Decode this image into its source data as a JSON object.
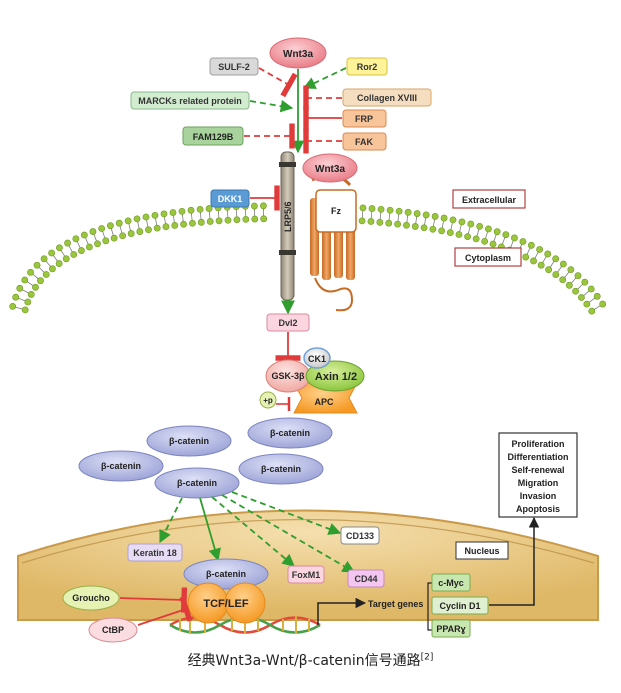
{
  "ligand": {
    "top": "Wnt3a",
    "bound": "Wnt3a"
  },
  "modulators": {
    "sulf2": "SULF-2",
    "ror2": "Ror2",
    "marcks": "MARCKs related protein",
    "collagen": "Collagen XVIII",
    "frp": "FRP",
    "fam129b": "FAM129B",
    "fak": "FAK",
    "dkk1": "DKK1"
  },
  "receptors": {
    "lrp": "LRP5/6",
    "fz": "Fz"
  },
  "compartments": {
    "extracellular": "Extracellular",
    "cytoplasm": "Cytoplasm",
    "nucleus": "Nucleus"
  },
  "cytoplasm": {
    "dvl2": "Dvl2",
    "ck1": "CK1",
    "gsk3b": "GSK-3β",
    "axin": "Axin 1/2",
    "apc": "APC",
    "phospho": "+p",
    "beta_catenin": "β-catenin"
  },
  "targets": {
    "keratin18": "Keratin 18",
    "cd133": "CD133",
    "foxm1": "FoxM1",
    "cd44": "CD44"
  },
  "nuclear": {
    "groucho": "Groucho",
    "ctbp": "CtBP",
    "beta_catenin": "β-catenin",
    "tcf_lef": "TCF/LEF",
    "target_genes": "Target genes",
    "cmyc": "c-Myc",
    "cyclin_d1": "Cyclin D1",
    "ppar": "PPARɣ"
  },
  "outcomes": [
    "Proliferation",
    "Differentiation",
    "Self-renewal",
    "Migration",
    "Invasion",
    "Apoptosis"
  ],
  "caption": {
    "text": "经典Wnt3a-Wnt/β-catenin信号通路",
    "ref": "[2]"
  },
  "colors": {
    "activation": "#2f9e2f",
    "inhibition": "#e03a3a",
    "lipid_head": "#9bc53d",
    "nucleus_fill": "#e8c98a",
    "beta_catenin_fill": "#b9bfe6",
    "wnt_fill": "#f2a0a8"
  }
}
